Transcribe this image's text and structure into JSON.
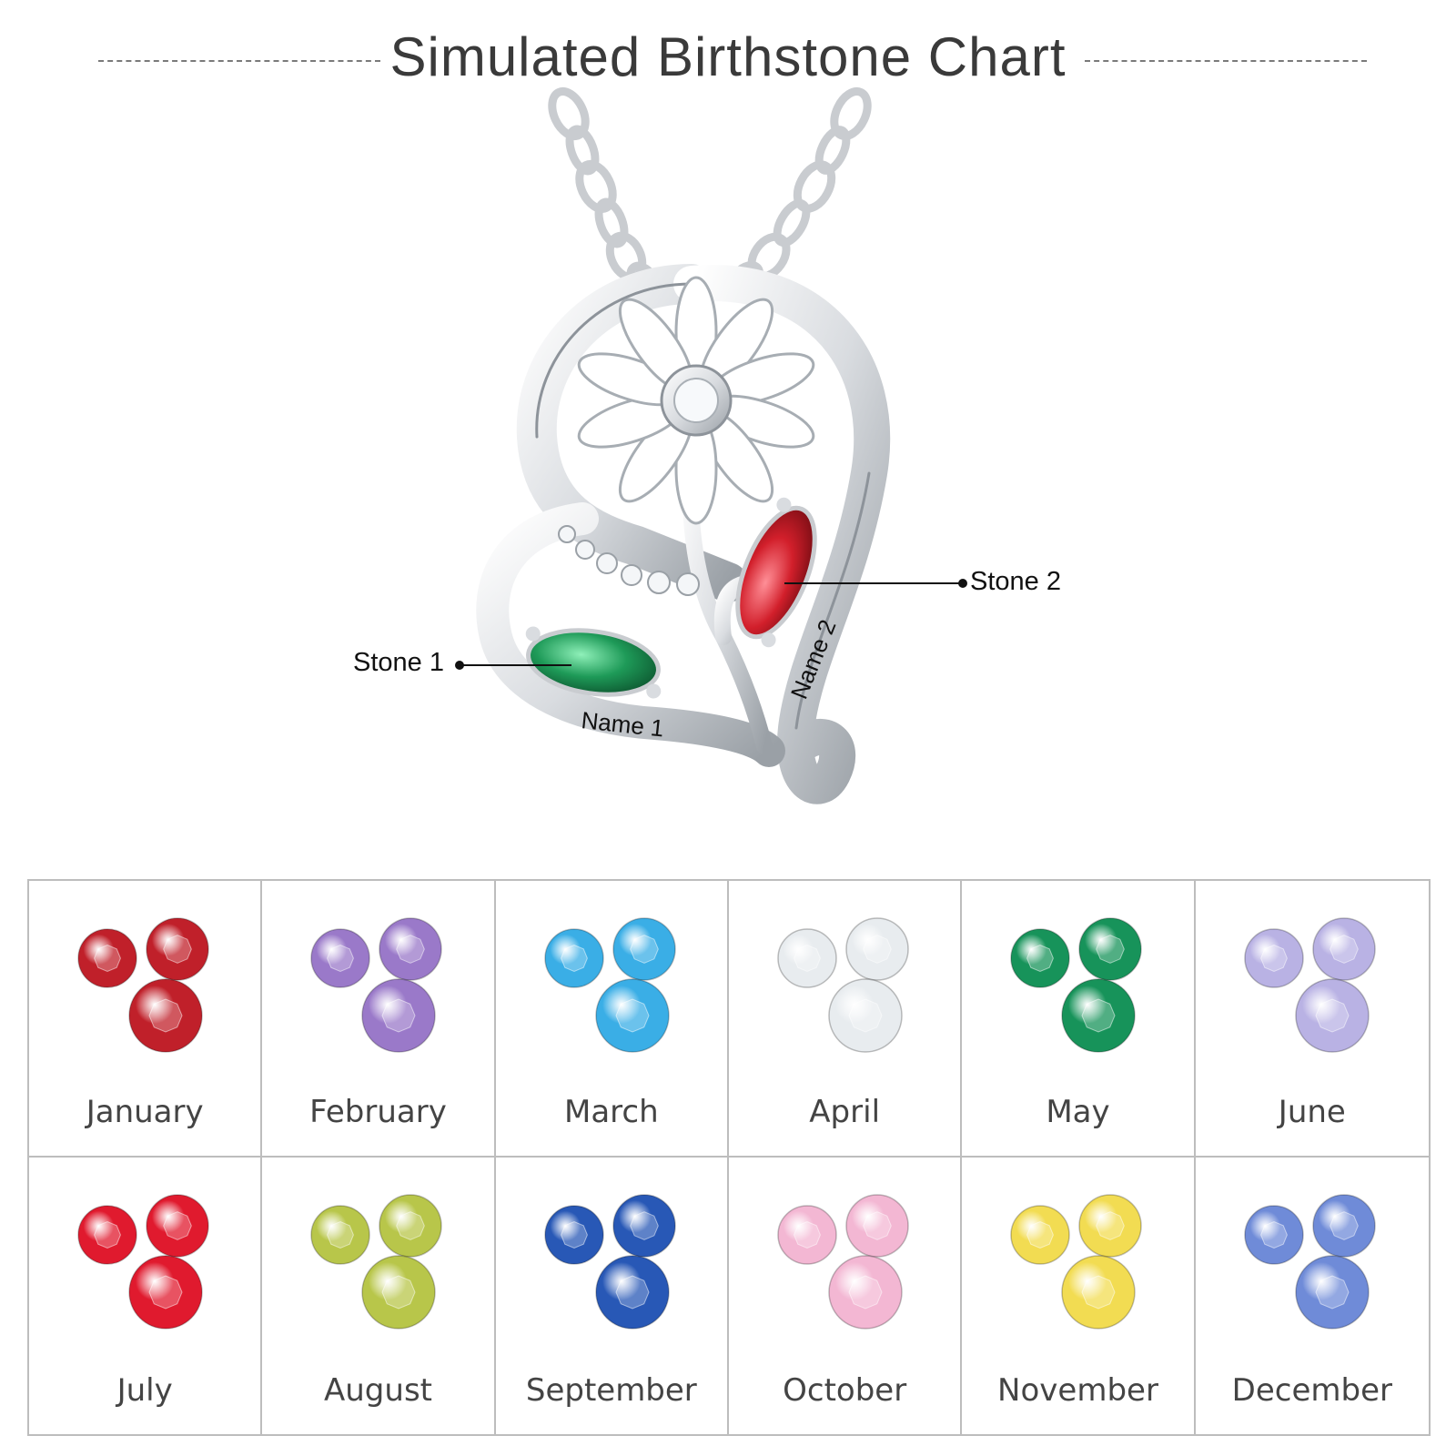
{
  "title": "Simulated Birthstone Chart",
  "pendant": {
    "stone1_label": "Stone 1",
    "stone2_label": "Stone 2",
    "name1": "Name 1",
    "name2": "Name 2",
    "stone1_color": "#1e9a58",
    "stone2_color": "#d21f2b"
  },
  "birthstones": [
    {
      "month": "January",
      "color": "#c0202a"
    },
    {
      "month": "February",
      "color": "#9a79c9"
    },
    {
      "month": "March",
      "color": "#3aaee6"
    },
    {
      "month": "April",
      "color": "#e8ecef"
    },
    {
      "month": "May",
      "color": "#17935a"
    },
    {
      "month": "June",
      "color": "#b9b2e4"
    },
    {
      "month": "July",
      "color": "#e01a2e"
    },
    {
      "month": "August",
      "color": "#b8c64a"
    },
    {
      "month": "September",
      "color": "#2858b6"
    },
    {
      "month": "October",
      "color": "#f3b7d3"
    },
    {
      "month": "November",
      "color": "#f2dc52"
    },
    {
      "month": "December",
      "color": "#6f8bd8"
    }
  ]
}
